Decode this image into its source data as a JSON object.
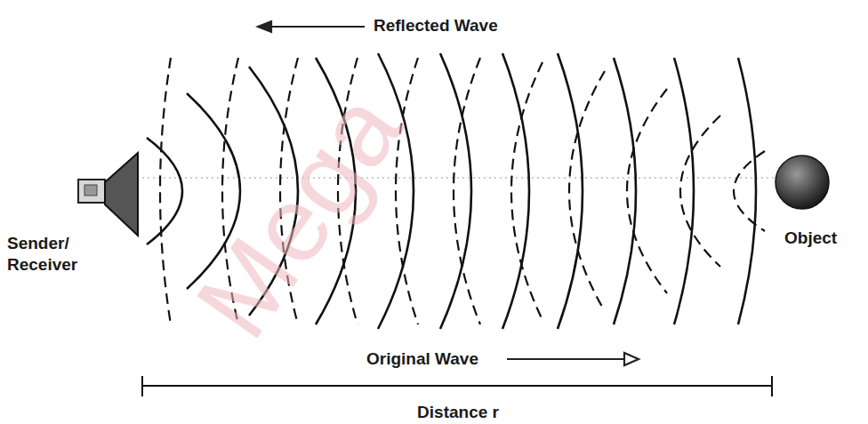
{
  "diagram": {
    "labels": [
      "Reflected Wave",
      "Sender/ Receiver",
      "Object",
      "Original Wave",
      "Distance r",
      "Mega"
    ]
  }
}
